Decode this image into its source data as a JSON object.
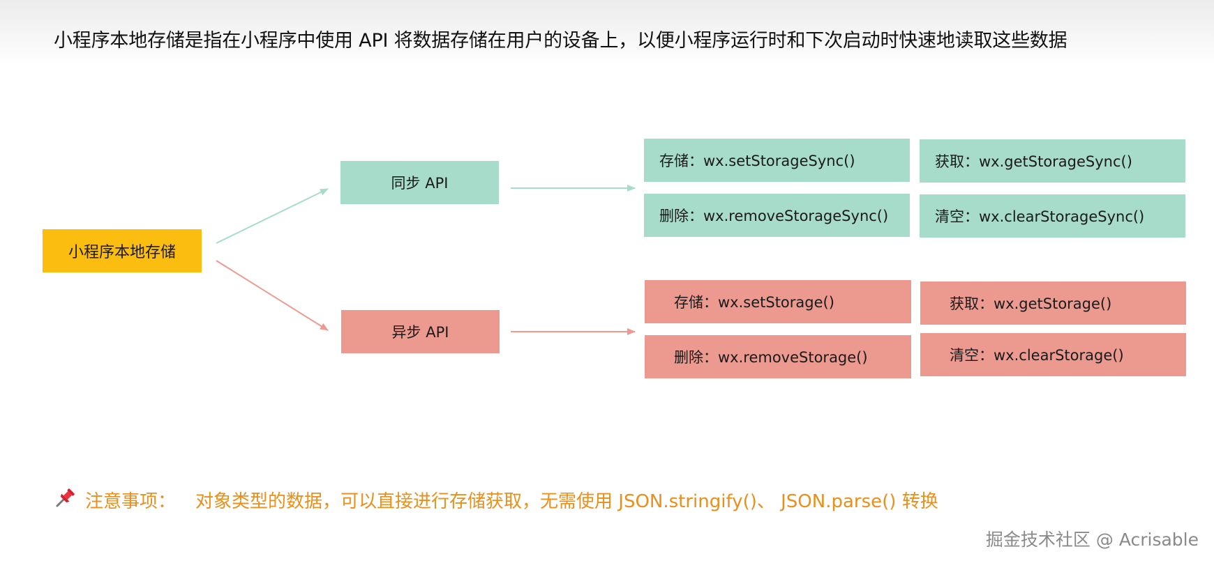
{
  "heading": "小程序本地存储是指在小程序中使用 API 将数据存储在用户的设备上，以便小程序运行时和下次启动时快速地读取这些数据",
  "diagram": {
    "root": "小程序本地存储",
    "sync": {
      "label": "同步 API",
      "items": {
        "set": "存储：wx.setStorageSync()",
        "get": "获取：wx.getStorageSync()",
        "remove": "删除：wx.removeStorageSync()",
        "clear": "清空：wx.clearStorageSync()"
      }
    },
    "async": {
      "label": "异步 API",
      "items": {
        "set": "存储：wx.setStorage()",
        "get": "获取：wx.getStorage()",
        "remove": "删除：wx.removeStorage()",
        "clear": "清空：wx.clearStorage()"
      }
    }
  },
  "note": {
    "label": "注意事项：",
    "text": "对象类型的数据，可以直接进行存储获取，无需使用 JSON.stringify()、 JSON.parse() 转换"
  },
  "watermark": "掘金技术社区 @ Acrisable",
  "colors": {
    "root": "#fbbd10",
    "sync": "#a7dccb",
    "async": "#ec9a8f",
    "note": "#e8901b"
  },
  "icons": {
    "note": "pushpin-icon"
  }
}
